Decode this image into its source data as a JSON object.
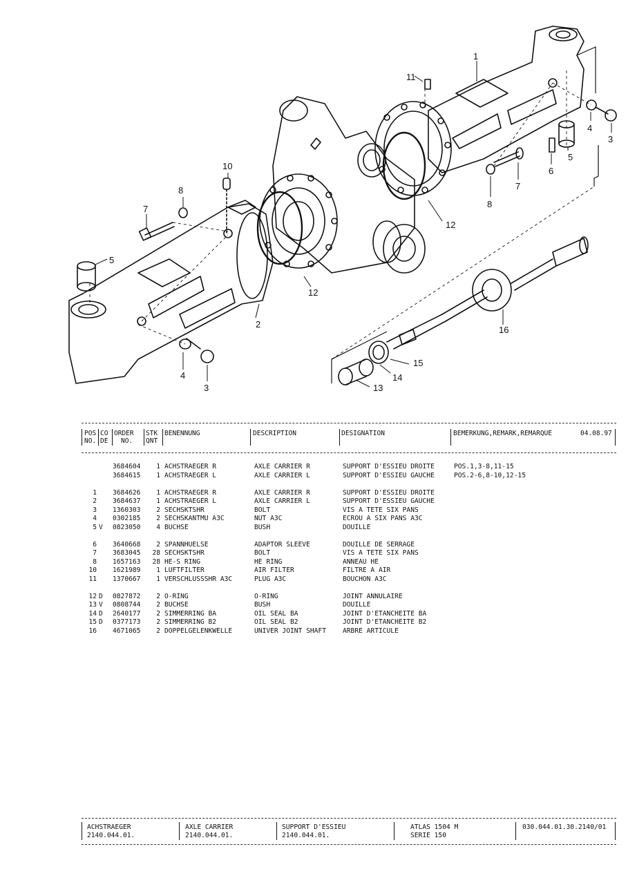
{
  "callouts": {
    "c1": "1",
    "c2": "2",
    "c3a": "3",
    "c3b": "3",
    "c4a": "4",
    "c4b": "4",
    "c5a": "5",
    "c5b": "5",
    "c6": "6",
    "c7a": "7",
    "c7b": "7",
    "c8a": "8",
    "c8b": "8",
    "c10": "10",
    "c11": "11",
    "c12a": "12",
    "c12b": "12",
    "c13": "13",
    "c14": "14",
    "c15": "15",
    "c16": "16"
  },
  "header": {
    "pos_no": [
      "POS",
      "NO."
    ],
    "co_de": [
      "CO",
      "DE"
    ],
    "order_no": [
      "ORDER",
      "NO."
    ],
    "stk_qnt": [
      "STK",
      "QNT"
    ],
    "benennung": "BENENNUNG",
    "description": "DESCRIPTION",
    "designation": "DESIGNATION",
    "remarks": "BEMERKUNG,REMARK,REMARQUE",
    "date": "04.08.97"
  },
  "rows": [
    {
      "pos": "",
      "code": "",
      "order": "3684604",
      "qty": "1",
      "name": "ACHSTRAEGER R",
      "desc": "AXLE CARRIER R",
      "desig": "SUPPORT D'ESSIEU DROITE",
      "rem": "POS.1,3-8,11-15"
    },
    {
      "pos": "",
      "code": "",
      "order": "3684615",
      "qty": "1",
      "name": "ACHSTRAEGER L",
      "desc": "AXLE CARRIER L",
      "desig": "SUPPORT D'ESSIEU GAUCHE",
      "rem": "POS.2-6,8-10,12-15"
    },
    {
      "pos": "1",
      "code": "",
      "order": "3684626",
      "qty": "1",
      "name": "ACHSTRAEGER R",
      "desc": "AXLE CARRIER R",
      "desig": "SUPPORT D'ESSIEU DROITE",
      "rem": ""
    },
    {
      "pos": "2",
      "code": "",
      "order": "3684637",
      "qty": "1",
      "name": "ACHSTRAEGER L",
      "desc": "AXLE CARRIER L",
      "desig": "SUPPORT D'ESSIEU GAUCHE",
      "rem": ""
    },
    {
      "pos": "3",
      "code": "",
      "order": "1360303",
      "qty": "2",
      "name": "SECHSKTSHR",
      "desc": "BOLT",
      "desig": "VIS A TETE SIX PANS",
      "rem": ""
    },
    {
      "pos": "4",
      "code": "",
      "order": "0302185",
      "qty": "2",
      "name": "SECHSKANTMU A3C",
      "desc": "NUT A3C",
      "desig": "ECROU A SIX PANS A3C",
      "rem": ""
    },
    {
      "pos": "5",
      "code": "V",
      "order": "0823050",
      "qty": "4",
      "name": "BUCHSE",
      "desc": "BUSH",
      "desig": "DOUILLE",
      "rem": ""
    },
    {
      "pos": "6",
      "code": "",
      "order": "3640668",
      "qty": "2",
      "name": "SPANNHUELSE",
      "desc": "ADAPTOR SLEEVE",
      "desig": "DOUILLE DE SERRAGE",
      "rem": ""
    },
    {
      "pos": "7",
      "code": "",
      "order": "3683045",
      "qty": "28",
      "name": "SECHSKTSHR",
      "desc": "BOLT",
      "desig": "VIS A TETE SIX PANS",
      "rem": ""
    },
    {
      "pos": "8",
      "code": "",
      "order": "1657163",
      "qty": "28",
      "name": "HE-S RING",
      "desc": "HE RING",
      "desig": "ANNEAU HE",
      "rem": ""
    },
    {
      "pos": "10",
      "code": "",
      "order": "1621989",
      "qty": "1",
      "name": "LUFTFILTER",
      "desc": "AIR FILTER",
      "desig": "FILTRE A AIR",
      "rem": ""
    },
    {
      "pos": "11",
      "code": "",
      "order": "1370667",
      "qty": "1",
      "name": "VERSCHLUSSSHR A3C",
      "desc": "PLUG A3C",
      "desig": "BOUCHON A3C",
      "rem": ""
    },
    {
      "pos": "12",
      "code": "D",
      "order": "0827872",
      "qty": "2",
      "name": "O-RING",
      "desc": "O-RING",
      "desig": "JOINT ANNULAIRE",
      "rem": ""
    },
    {
      "pos": "13",
      "code": "V",
      "order": "0808744",
      "qty": "2",
      "name": "BUCHSE",
      "desc": "BUSH",
      "desig": "DOUILLE",
      "rem": ""
    },
    {
      "pos": "14",
      "code": "D",
      "order": "2640177",
      "qty": "2",
      "name": "SIMMERRING BA",
      "desc": "OIL SEAL BA",
      "desig": "JOINT D'ETANCHEITE BA",
      "rem": ""
    },
    {
      "pos": "15",
      "code": "D",
      "order": "0377173",
      "qty": "2",
      "name": "SIMMERRING B2",
      "desc": "OIL SEAL B2",
      "desig": "JOINT D'ETANCHEITE B2",
      "rem": ""
    },
    {
      "pos": "16",
      "code": "",
      "order": "4671065",
      "qty": "2",
      "name": "DOPPELGELENKWELLE",
      "desc": "UNIVER JOINT SHAFT",
      "desig": "ARBRE ARTICULE",
      "rem": ""
    }
  ],
  "footer": {
    "de_title": "ACHSTRAEGER",
    "de_code": "2140.044.01.",
    "en_title": "AXLE CARRIER",
    "en_code": "2140.044.01.",
    "fr_title": "SUPPORT D'ESSIEU",
    "fr_code": "2140.044.01.",
    "atlas": "ATLAS 1504 M",
    "serie": "SERIE 150",
    "doc_no": "030.044.01.30.2140/01"
  }
}
